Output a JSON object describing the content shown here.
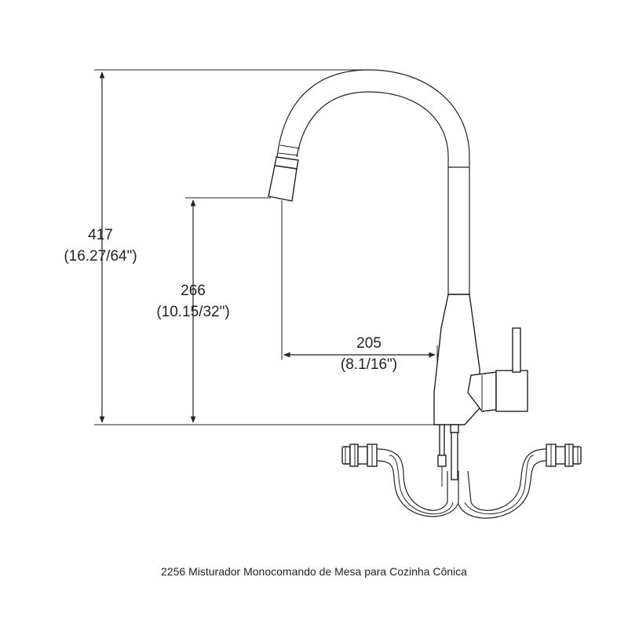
{
  "dimensions": {
    "height_total": {
      "mm": "417",
      "inch": "(16.27/64\")"
    },
    "height_spout": {
      "mm": "266",
      "inch": "(10.15/32\")"
    },
    "reach": {
      "mm": "205",
      "inch": "(8.1/16\")"
    }
  },
  "caption": "2256 Misturador Monocomando de Mesa para Cozinha Cônica",
  "colors": {
    "ink": "#222222",
    "background": "#ffffff"
  }
}
